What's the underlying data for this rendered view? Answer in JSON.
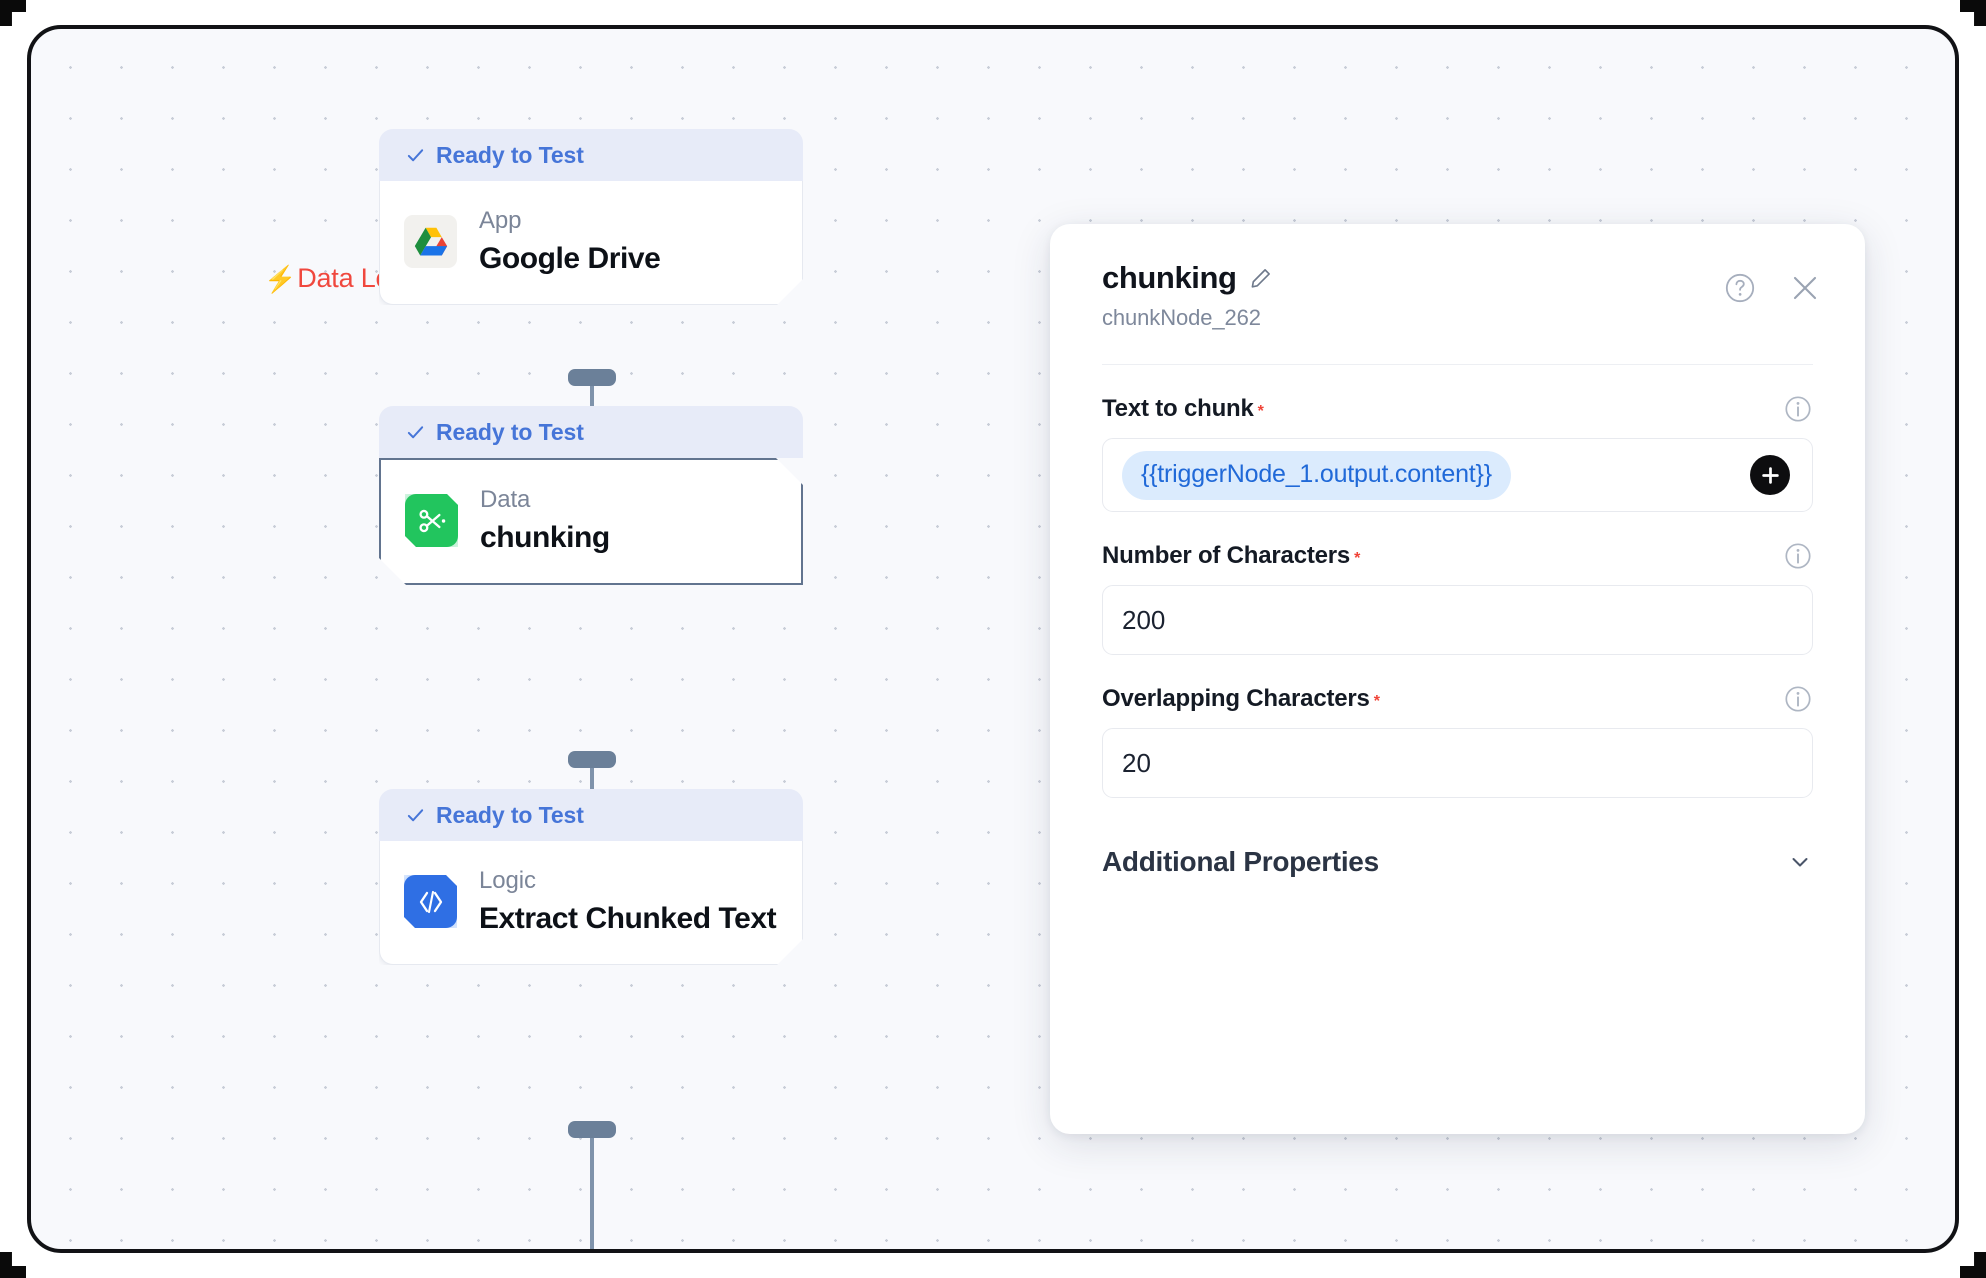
{
  "canvas": {
    "loader_tag": {
      "icon": "lightning-bolt-icon",
      "label": "Data Loader",
      "color": "#f0483e"
    },
    "status_label": "Ready to Test",
    "nodes": [
      {
        "status": "Ready to Test",
        "kind": "App",
        "title": "Google Drive",
        "icon": "google-drive-icon",
        "selected": false
      },
      {
        "status": "Ready to Test",
        "kind": "Data",
        "title": "chunking",
        "icon": "scissors-icon",
        "selected": true
      },
      {
        "status": "Ready to Test",
        "kind": "Logic",
        "title": "Extract Chunked Text",
        "icon": "code-brackets-icon",
        "selected": false
      }
    ]
  },
  "panel": {
    "title": "chunking",
    "subtitle": "chunkNode_262",
    "edit_icon": "pencil-icon",
    "help_icon": "question-circle-icon",
    "close_icon": "close-icon",
    "fields": [
      {
        "label": "Text to chunk",
        "required": "*",
        "info_icon": "info-icon",
        "type": "expression",
        "value": "{{triggerNode_1.output.content}}",
        "add_icon": "plus-icon"
      },
      {
        "label": "Number of Characters",
        "required": "*",
        "info_icon": "info-icon",
        "type": "number",
        "value": "200"
      },
      {
        "label": "Overlapping Characters",
        "required": "*",
        "info_icon": "info-icon",
        "type": "number",
        "value": "20"
      }
    ],
    "accordion": {
      "label": "Additional Properties",
      "icon": "chevron-down-icon",
      "expanded": false
    }
  },
  "theme": {
    "accent_blue": "#4675d8",
    "status_bg": "#e7ebf8",
    "expr_blue": "#2069d8",
    "expr_bg": "#dbebfd",
    "required_red": "#f04438",
    "canvas_bg": "#f8f9fc",
    "selected_border": "#62748f"
  }
}
